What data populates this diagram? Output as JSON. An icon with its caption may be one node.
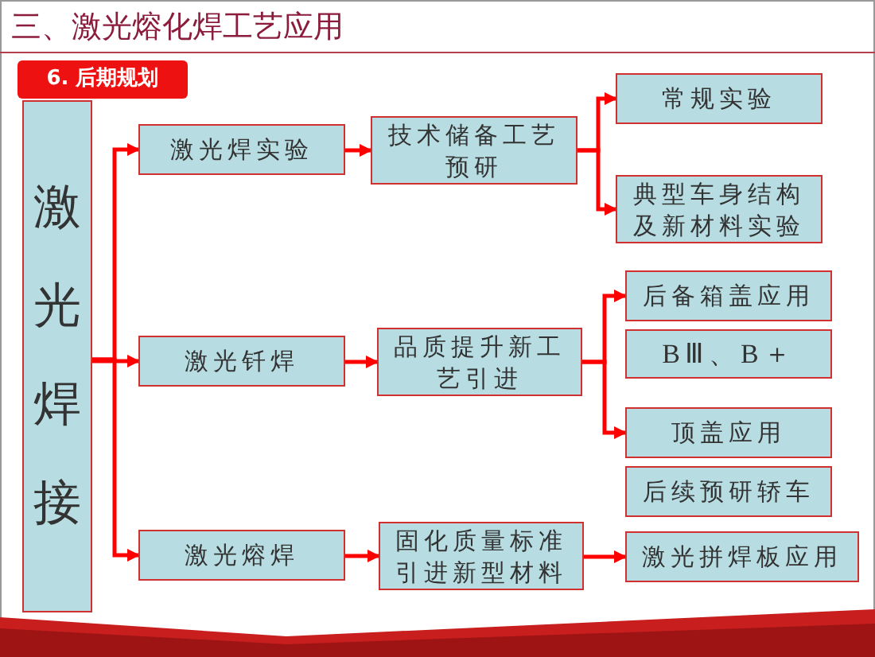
{
  "diagram": {
    "title": "三、激光熔化焊工艺应用",
    "nodes": [
      {
        "text": [
          "激光焊接"
        ]
      },
      {
        "text": [
          "激光焊实验"
        ]
      },
      {
        "text": [
          "技术储备工艺预研"
        ]
      },
      {
        "text": [
          "常规实验"
        ]
      },
      {
        "text": [
          "典型车身结构及新材料实验"
        ]
      },
      {
        "text": [
          "激光钎焊"
        ]
      },
      {
        "text": [
          "品质提升新工艺引进"
        ]
      },
      {
        "text": [
          "后备箱盖应用"
        ]
      },
      {
        "text": [
          "BⅢ、B＋"
        ]
      },
      {
        "text": [
          "顶盖应用"
        ]
      },
      {
        "text": [
          "后续预研轿车"
        ]
      },
      {
        "text": [
          "激光熔焊"
        ]
      },
      {
        "text": [
          "固化质量标准引进新型材料"
        ]
      },
      {
        "text": [
          "激光拼焊板应用"
        ]
      }
    ],
    "edges": [
      {
        "from": 0,
        "to": 1,
        "arrow": "to"
      },
      {
        "from": 0,
        "to": 5,
        "arrow": "to"
      },
      {
        "from": 0,
        "to": 11,
        "arrow": "to"
      },
      {
        "from": 1,
        "to": 2,
        "arrow": "to"
      },
      {
        "from": 2,
        "to": 3,
        "arrow": "to"
      },
      {
        "from": 2,
        "to": 4,
        "arrow": "to"
      },
      {
        "from": 5,
        "to": 6,
        "arrow": "to"
      },
      {
        "from": 6,
        "to": 7,
        "arrow": "to"
      },
      {
        "from": 6,
        "to": 9,
        "arrow": "to"
      },
      {
        "from": 11,
        "to": 12,
        "arrow": "to"
      },
      {
        "from": 12,
        "to": 13,
        "arrow": "to"
      }
    ],
    "labels": [
      "6. 后期规划"
    ]
  }
}
